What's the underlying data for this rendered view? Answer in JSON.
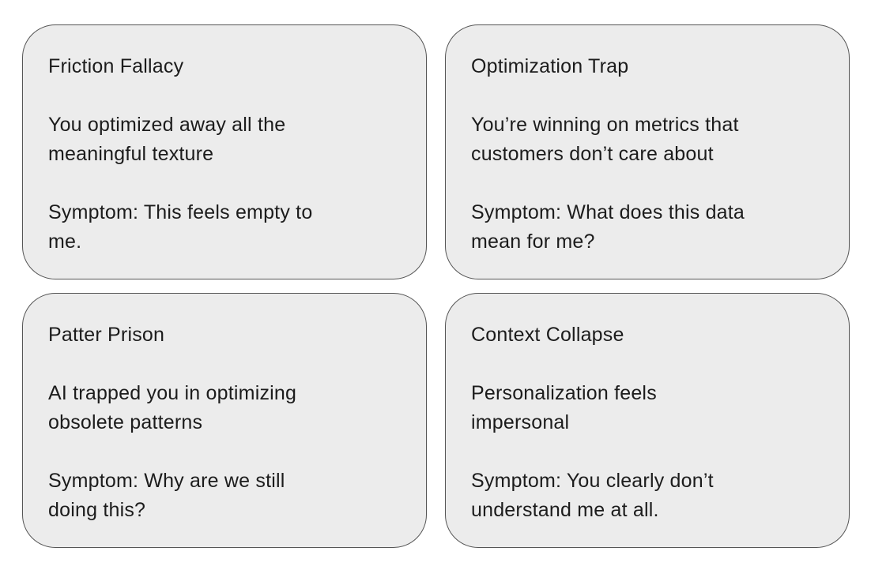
{
  "page": {
    "background": "#ffffff"
  },
  "colors": {
    "card_fill": "#ececec",
    "card_border": "#555555",
    "text": "#1c1c1c"
  },
  "cards": [
    {
      "title": "Friction Fallacy",
      "description": "You optimized away all the\nmeaningful texture",
      "symptom": "Symptom: This feels empty to\nme."
    },
    {
      "title": "Optimization Trap",
      "description": "You’re winning on metrics that\ncustomers don’t care about",
      "symptom": "Symptom: What does this data\nmean for me?"
    },
    {
      "title": "Patter Prison",
      "description": "AI trapped you in optimizing\nobsolete patterns",
      "symptom": "Symptom: Why are we still\ndoing this?"
    },
    {
      "title": "Context Collapse",
      "description": "Personalization feels\nimpersonal",
      "symptom": "Symptom: You clearly don’t\nunderstand me at all."
    }
  ]
}
